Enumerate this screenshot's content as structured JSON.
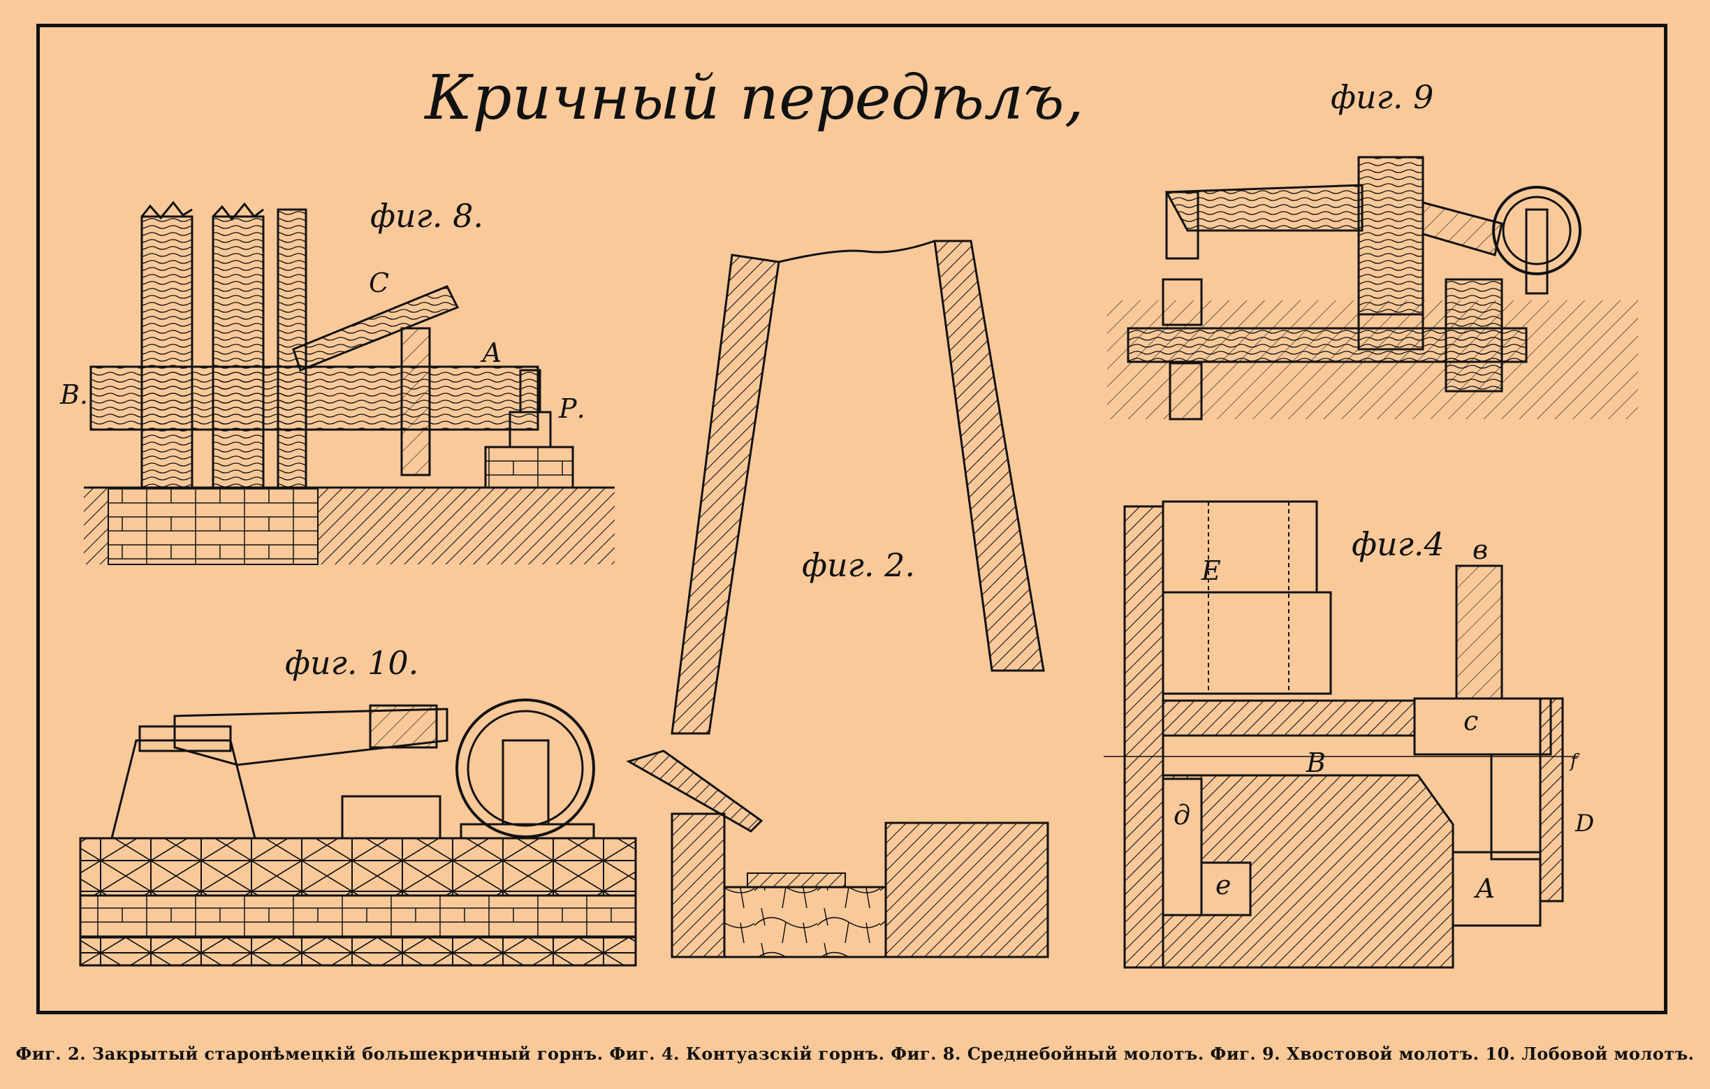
{
  "title": "Кричный передѣлъ,",
  "figures": {
    "fig2": {
      "label": "фиг. 2."
    },
    "fig4": {
      "label": "фиг.4",
      "letters": {
        "b": "в",
        "c": "с",
        "B": "В",
        "A": "А",
        "D": "D",
        "d": "д",
        "e": "е",
        "E": "Е",
        "f": "f"
      }
    },
    "fig8": {
      "label": "фиг. 8.",
      "letters": {
        "C": "С",
        "A": "А",
        "B": "В.",
        "P": "Р."
      }
    },
    "fig9": {
      "label": "фиг. 9"
    },
    "fig10": {
      "label": "фиг. 10."
    }
  },
  "caption": "Фиг. 2. Закрытый старонѣмецкій большекричный горнъ. Фиг. 4. Контуазскій горнъ. Фиг. 8. Среднебойный молотъ. Фиг. 9. Хвостовой молотъ. 10. Лобовой молотъ.",
  "colors": {
    "background": "#f9c99a",
    "ink": "#111111"
  }
}
